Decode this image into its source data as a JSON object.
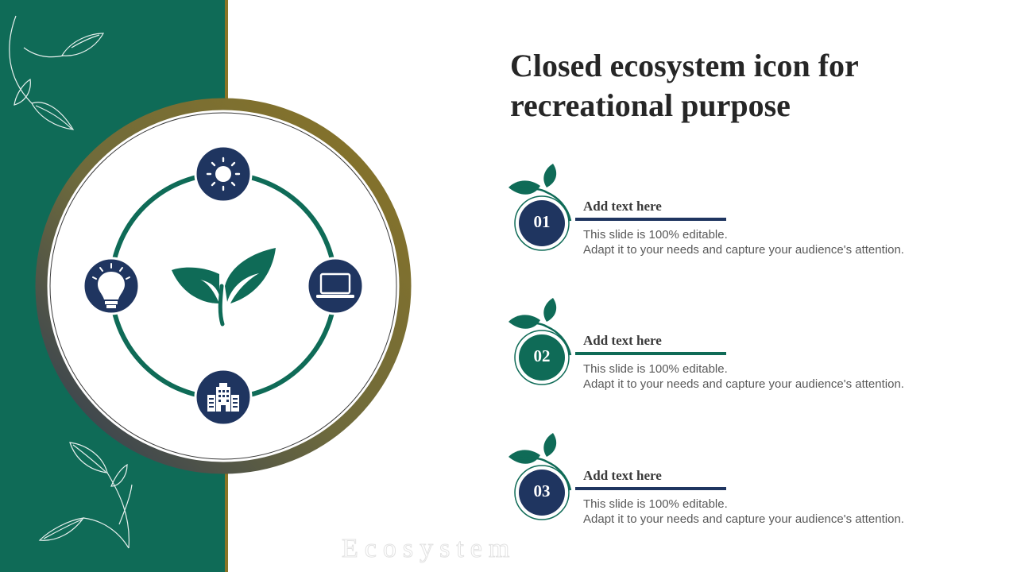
{
  "title_lines": [
    "Closed ecosystem icon for",
    "recreational purpose"
  ],
  "colors": {
    "green": "#0f6b57",
    "navy": "#1f3560",
    "gold": "#8a7426",
    "text_dark": "#262626",
    "text_gray": "#595959"
  },
  "diagram": {
    "center_icon": "two-leaf-sprout-icon",
    "nodes": [
      {
        "position": "top",
        "icon": "sun-icon"
      },
      {
        "position": "right",
        "icon": "laptop-icon"
      },
      {
        "position": "bottom",
        "icon": "office-building-icon"
      },
      {
        "position": "left",
        "icon": "lightbulb-icon"
      }
    ]
  },
  "items": [
    {
      "number": "01",
      "heading": "Add text here",
      "line1": "This slide is 100% editable.",
      "line2": "Adapt it to your needs and capture your audience's attention.",
      "accent": "#1f3560"
    },
    {
      "number": "02",
      "heading": "Add text here",
      "line1": "This slide is 100% editable.",
      "line2": "Adapt it to your needs and capture your audience's attention.",
      "accent": "#0f6b57"
    },
    {
      "number": "03",
      "heading": "Add text here",
      "line1": "This slide is 100% editable.",
      "line2": "Adapt it to your needs and capture your audience's attention.",
      "accent": "#1f3560"
    }
  ],
  "watermark": "Ecosystem"
}
